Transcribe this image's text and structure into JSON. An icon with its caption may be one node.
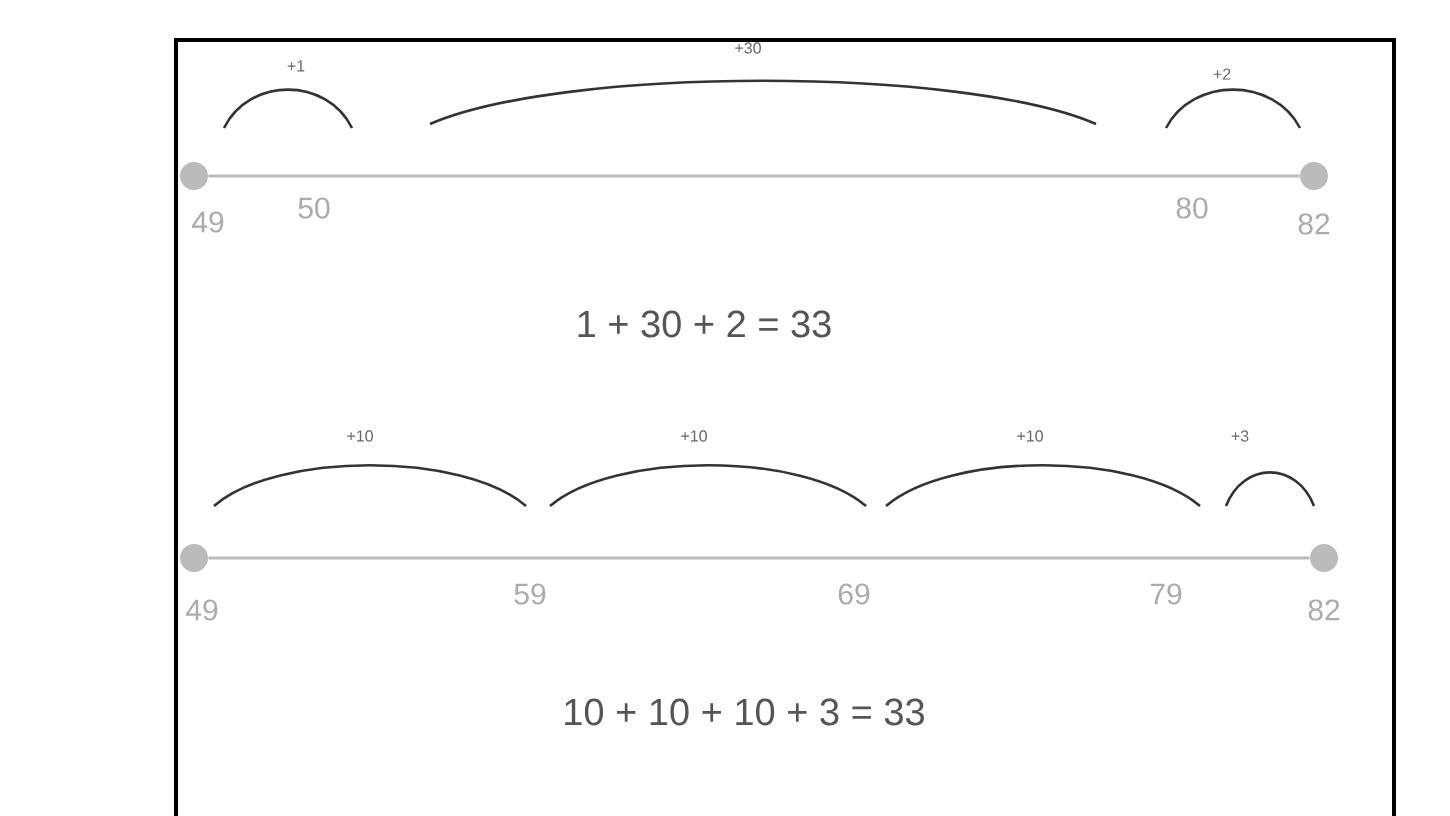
{
  "diagram": {
    "nodes": [
      {
        "text": [],
        "shape": "circle",
        "beside": [
          "49"
        ]
      },
      {
        "text": [],
        "shape": "circle",
        "beside": [
          "82"
        ]
      },
      {
        "text": [],
        "shape": "circle",
        "beside": [
          "49"
        ]
      },
      {
        "text": [],
        "shape": "circle",
        "beside": [
          "82"
        ]
      }
    ],
    "edges": [
      {
        "from": 0,
        "to": 1,
        "arrow": "none"
      },
      {
        "from": 2,
        "to": 3,
        "arrow": "none"
      }
    ],
    "labels": [
      "+1",
      "+30",
      "+2",
      "50",
      "80",
      "1 + 30 + 2 = 33",
      "+10",
      "+10",
      "+10",
      "+3",
      "59",
      "69",
      "79",
      "10 + 10 + 10 + 3 = 33"
    ]
  }
}
